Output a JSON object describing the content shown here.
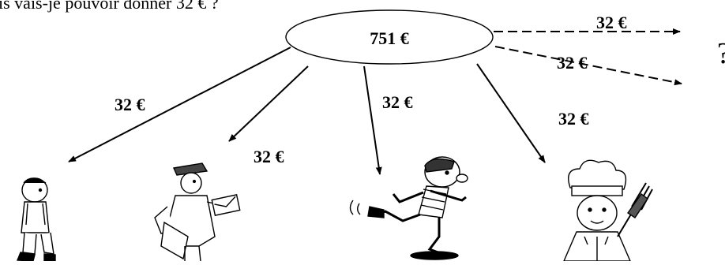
{
  "question": "is vais-je pouvoir donner 32 € ?",
  "total": {
    "label": "751 €"
  },
  "shares": [
    {
      "label": "32 €",
      "recipient": "boy"
    },
    {
      "label": "32 €",
      "recipient": "postman"
    },
    {
      "label": "32 €",
      "recipient": "runner"
    },
    {
      "label": "32 €",
      "recipient": "chef"
    }
  ],
  "remaining_shares": [
    {
      "label": "32 €",
      "style": "dashed"
    },
    {
      "label": "32 €",
      "style": "dashed"
    }
  ],
  "unknown_mark": "?"
}
